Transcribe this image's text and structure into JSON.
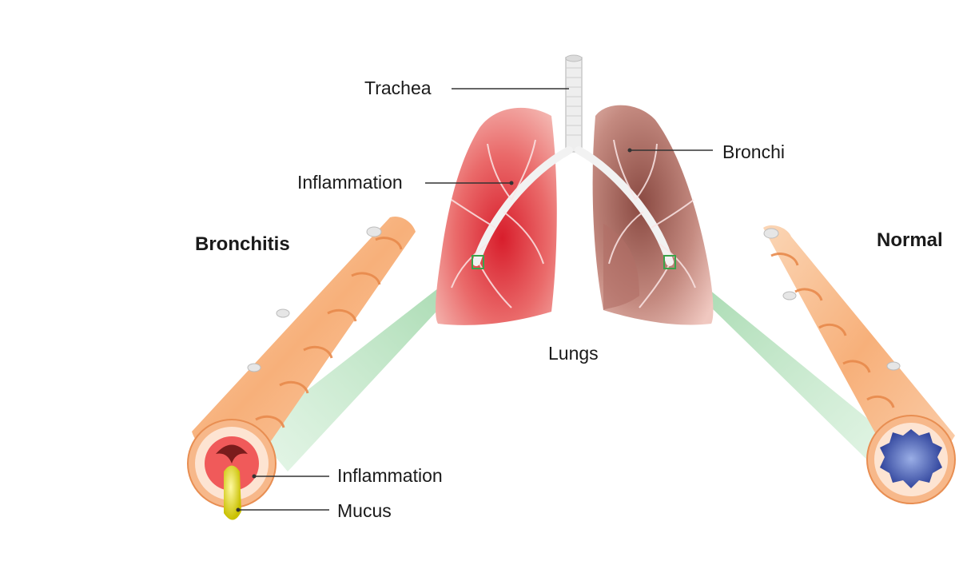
{
  "labels": {
    "trachea": "Trachea",
    "bronchi": "Bronchi",
    "inflammation_lung": "Inflammation",
    "bronchitis": "Bronchitis",
    "normal": "Normal",
    "lungs": "Lungs",
    "inflammation_tube": "Inflammation",
    "mucus": "Mucus"
  },
  "colors": {
    "inflamed_lung": "#e0404a",
    "healthy_lung": "#a0605a",
    "tube_orange": "#f5a36a",
    "zoom_green": "#9fd6a8",
    "mucus_yellow": "#e8e020",
    "normal_lumen": "#3f58b0"
  }
}
